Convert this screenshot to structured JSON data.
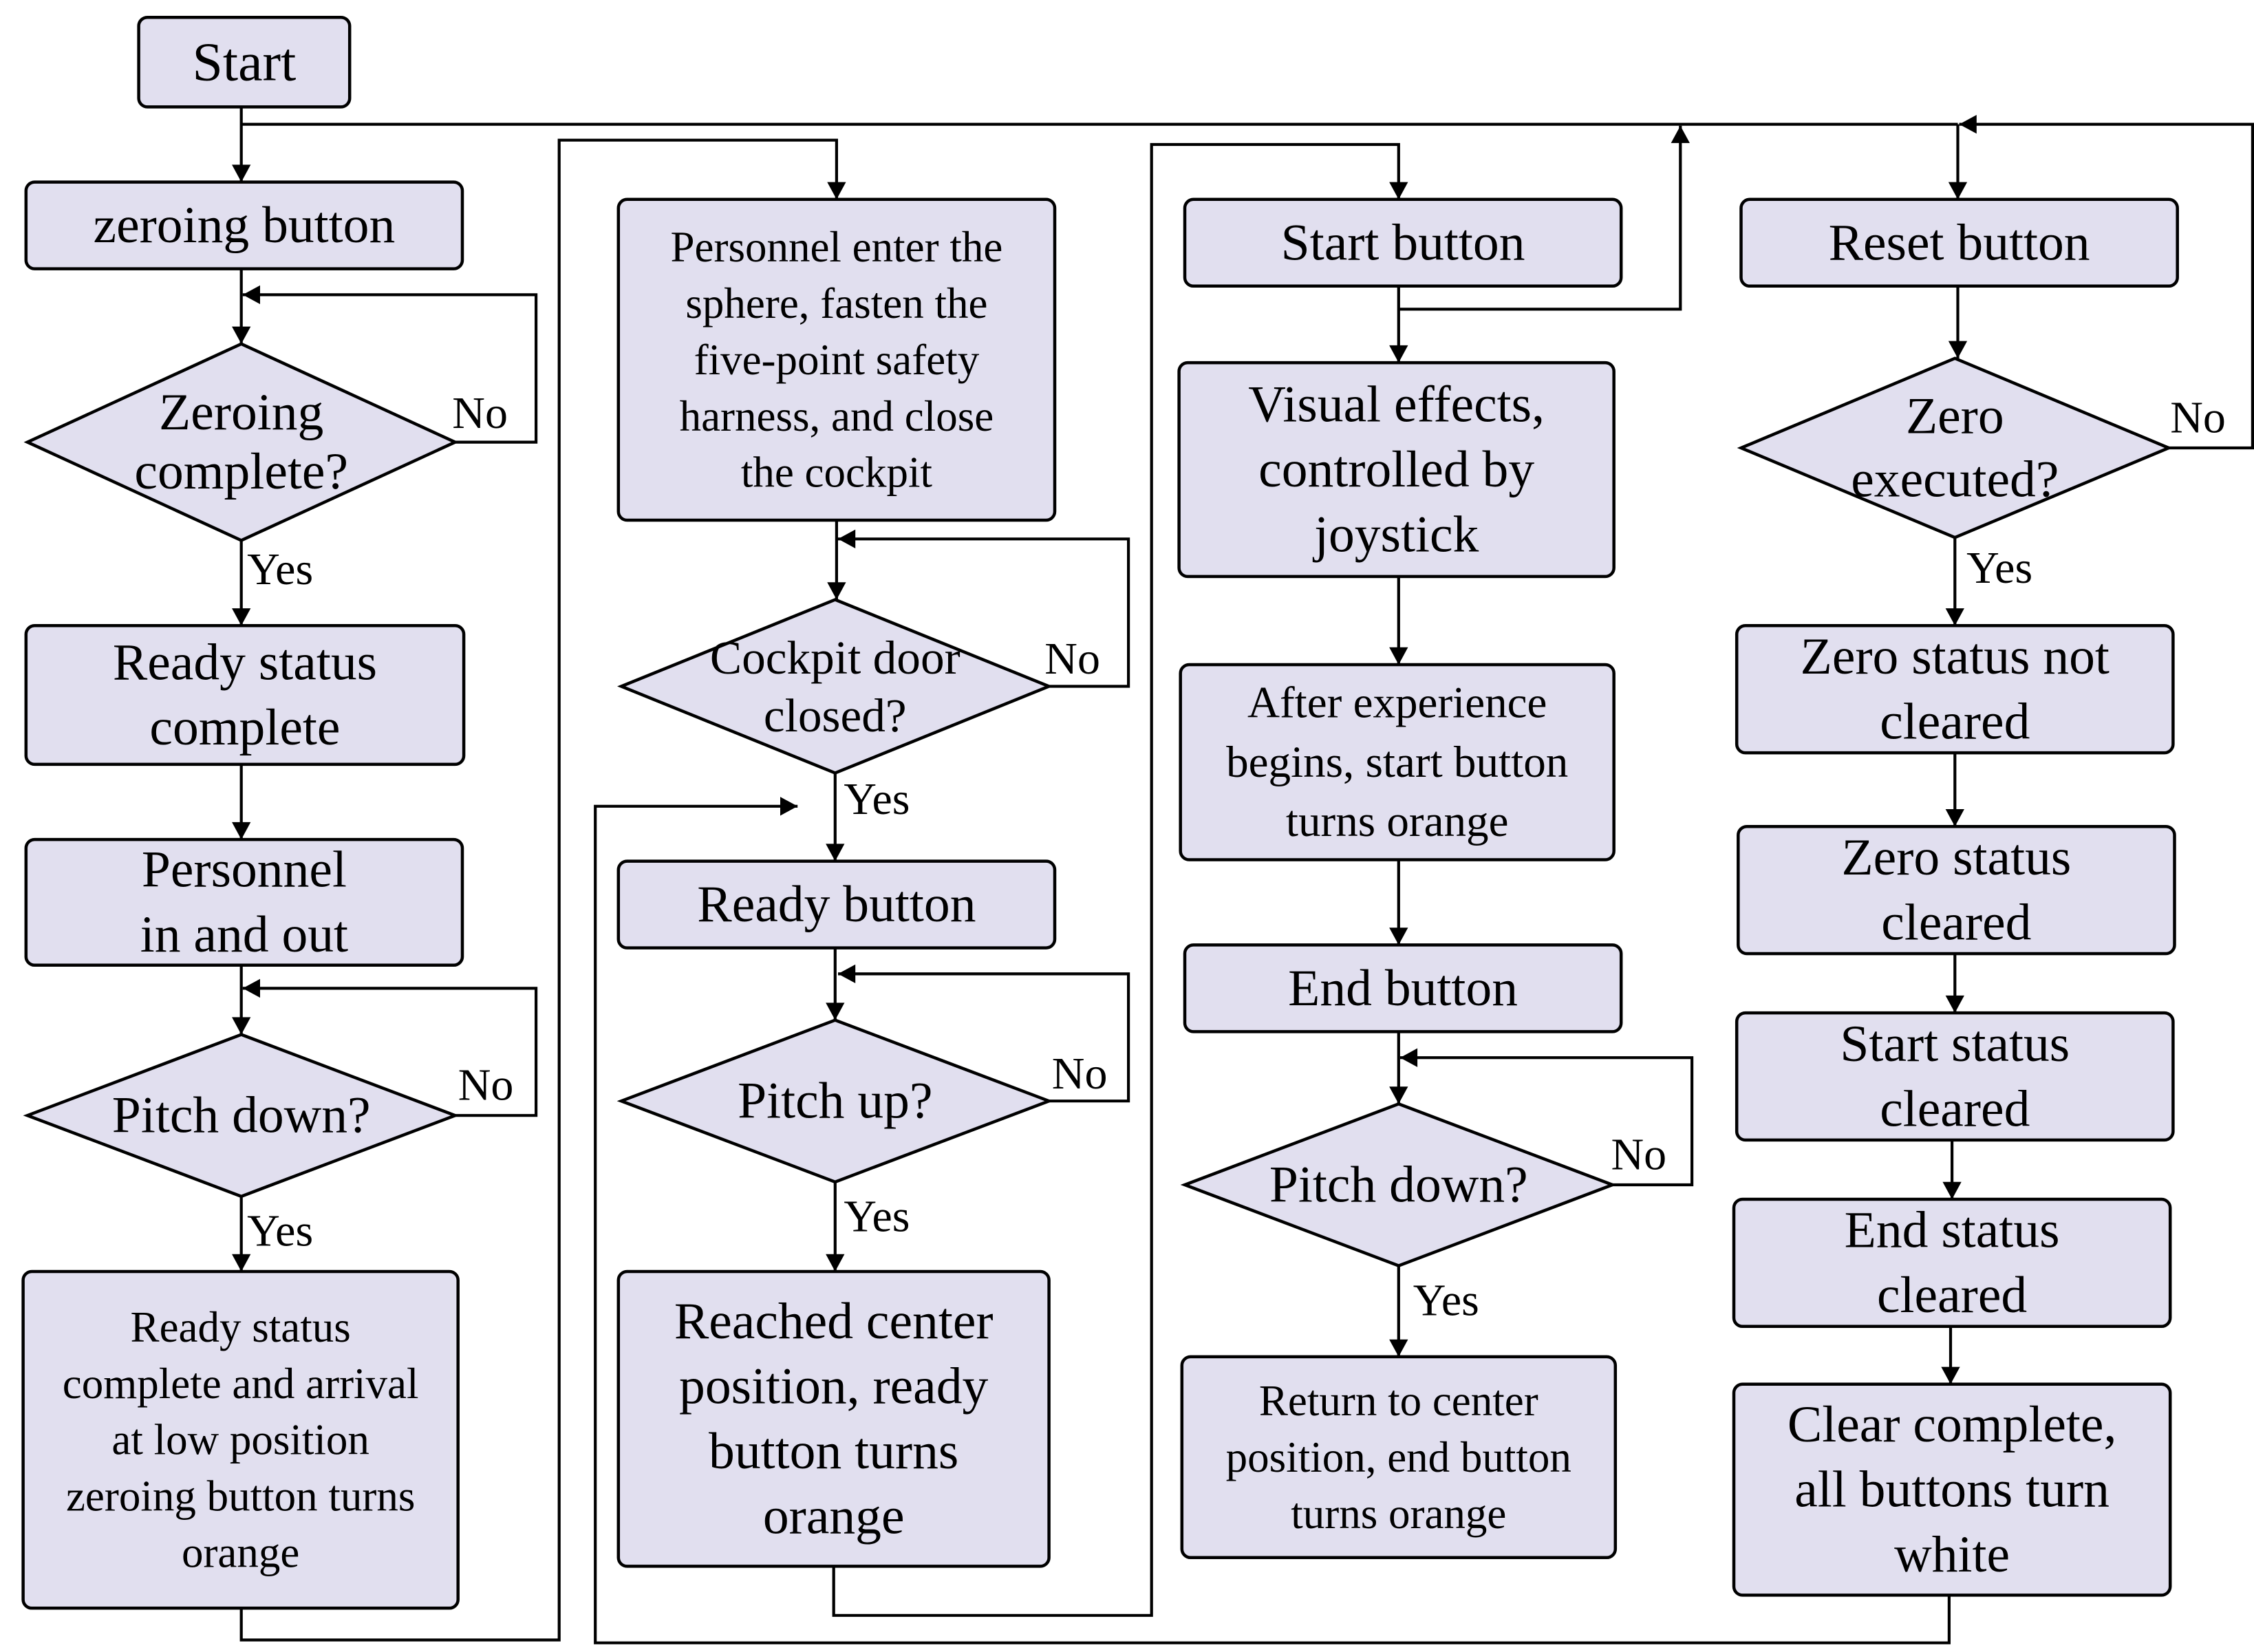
{
  "colors": {
    "node_fill": "#e1dfef",
    "stroke": "#000000",
    "background": "#ffffff"
  },
  "edge_labels": {
    "yes": "Yes",
    "no": "No"
  },
  "nodes": {
    "start": [
      "Start"
    ],
    "zeroing_button": [
      "zeroing button"
    ],
    "zeroing_complete": [
      "Zeroing",
      "complete?"
    ],
    "ready_status_complete": [
      "Ready status",
      "complete"
    ],
    "personnel_in_out": [
      "Personnel",
      "in and out"
    ],
    "pitch_down_1": [
      "Pitch down?"
    ],
    "ready_status_low": [
      "Ready status",
      "complete and arrival",
      "at low position",
      "zeroing button turns",
      "orange"
    ],
    "personnel_enter": [
      "Personnel enter the",
      "sphere, fasten the",
      "five-point safety",
      "harness, and close",
      "the cockpit"
    ],
    "cockpit_door": [
      "Cockpit door",
      "closed?"
    ],
    "ready_button": [
      "Ready button"
    ],
    "pitch_up": [
      "Pitch up?"
    ],
    "reached_center": [
      "Reached center",
      "position, ready",
      "button turns",
      "orange"
    ],
    "start_button": [
      "Start button"
    ],
    "visual_effects": [
      "Visual effects,",
      "controlled by",
      "joystick"
    ],
    "after_experience": [
      "After experience",
      "begins, start button",
      "turns orange"
    ],
    "end_button": [
      "End button"
    ],
    "pitch_down_2": [
      "Pitch down?"
    ],
    "return_center": [
      "Return to center",
      "position, end button",
      "turns orange"
    ],
    "reset_button": [
      "Reset button"
    ],
    "zero_executed": [
      "Zero",
      "executed?"
    ],
    "zero_not_cleared": [
      "Zero status not",
      "cleared"
    ],
    "zero_cleared": [
      "Zero status",
      "cleared"
    ],
    "start_cleared": [
      "Start status",
      "cleared"
    ],
    "end_cleared": [
      "End status",
      "cleared"
    ],
    "clear_complete": [
      "Clear complete,",
      "all buttons turn",
      "white"
    ]
  }
}
